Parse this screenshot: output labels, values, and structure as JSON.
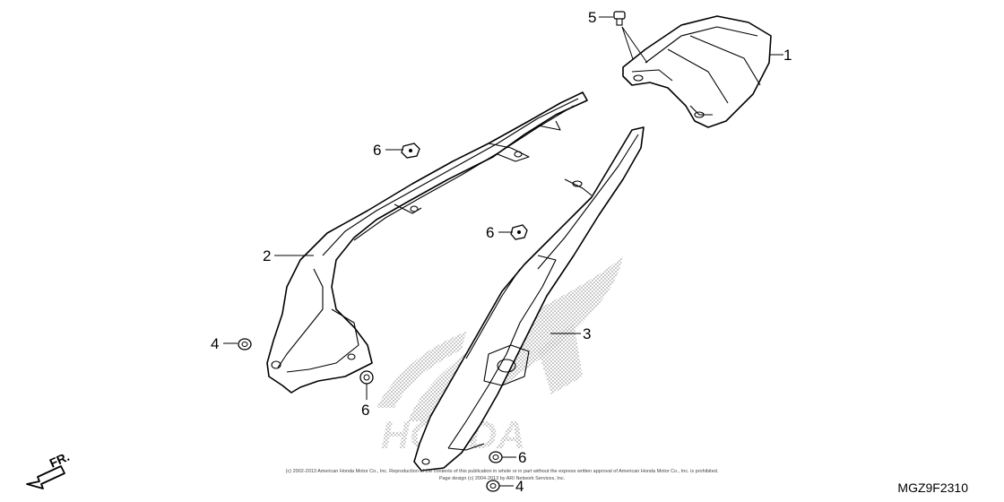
{
  "callouts": [
    {
      "id": "callout-1",
      "label": "1"
    },
    {
      "id": "callout-2",
      "label": "2"
    },
    {
      "id": "callout-3",
      "label": "3"
    },
    {
      "id": "callout-4a",
      "label": "4"
    },
    {
      "id": "callout-4b",
      "label": "4"
    },
    {
      "id": "callout-5",
      "label": "5"
    },
    {
      "id": "callout-6a",
      "label": "6"
    },
    {
      "id": "callout-6b",
      "label": "6"
    },
    {
      "id": "callout-6c",
      "label": "6"
    },
    {
      "id": "callout-6d",
      "label": "6"
    }
  ],
  "direction_marker": "FR.",
  "watermark": "HONDA",
  "diagram_code": "MGZ9F2310",
  "copyright_line1": "(c) 2002-2013 American Honda Motor Co., Inc. Reproduction of the contents of this publication in whole or in part without the express written approval of American Honda Motor Co., Inc. is prohibited.",
  "copyright_line2": "Page design (c) 2004-2013 by ARI Network Services, Inc."
}
